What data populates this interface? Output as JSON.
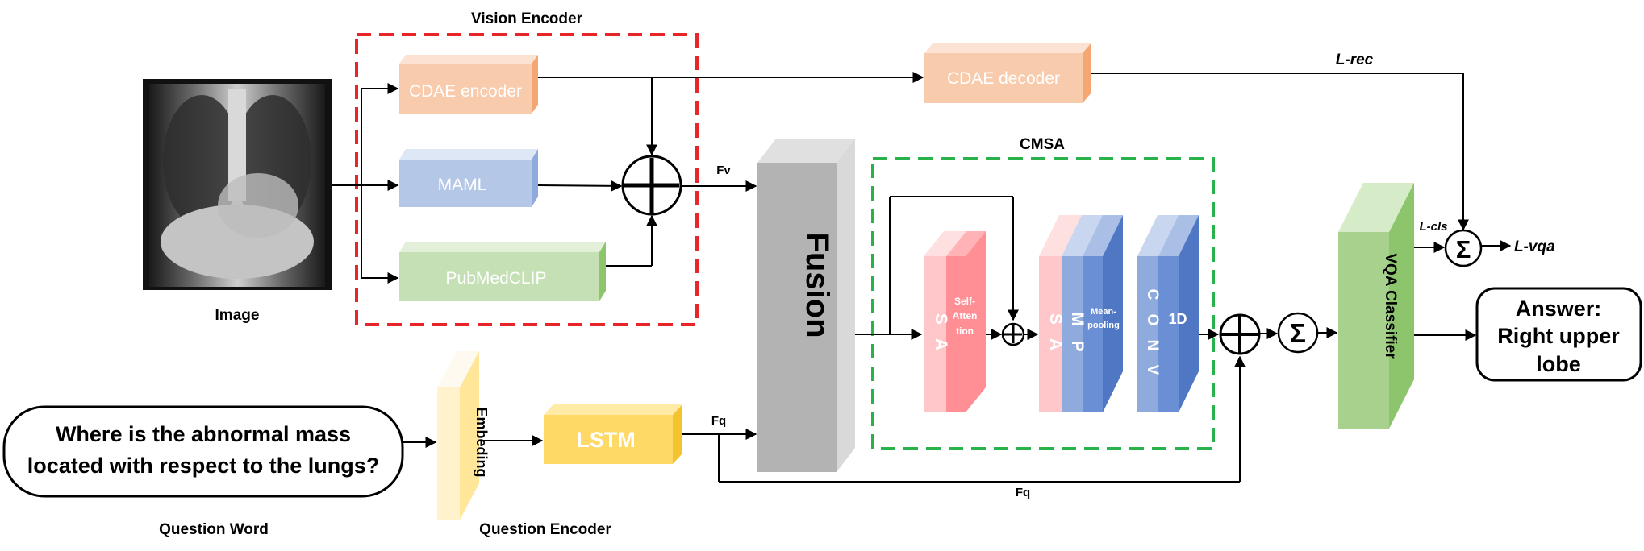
{
  "vision_encoder": {
    "title": "Vision Encoder",
    "cdae_encoder": "CDAE encoder",
    "maml": "MAML",
    "pubmedclip": "PubMedCLIP"
  },
  "image": {
    "caption": "Image"
  },
  "cdae_decoder": "CDAE decoder",
  "edges": {
    "fv": "Fv",
    "fq_top": "Fq",
    "fq_bottom": "Fq",
    "l_rec": "L-rec",
    "l_cls": "L-cls",
    "l_vqa": "L-vqa"
  },
  "fusion": "Fusion",
  "cmsa": {
    "title": "CMSA",
    "sa1_letters": "S A",
    "self_attention_lines": [
      "Self-",
      "Atten",
      "tion"
    ],
    "sa2_letters": "S A",
    "mp_letters": "M P",
    "mean_pooling_lines": [
      "Mean-",
      "pooling"
    ],
    "conv_letters": "C O N V",
    "conv_1d": "1D"
  },
  "vqa_classifier": "VQA Classifier",
  "answer": {
    "lines": [
      "Answer:",
      "Right upper",
      "lobe"
    ]
  },
  "question": {
    "lines": [
      "Where is the abnormal mass",
      "located with respect to the lungs?"
    ],
    "caption": "Question Word"
  },
  "question_encoder": {
    "caption": "Question Encoder",
    "embedding": "Embeding",
    "lstm": "LSTM"
  },
  "symbols": {
    "sigma": "Σ"
  },
  "colors": {
    "vision_box_border": "#e8262a",
    "cmsa_box_border": "#2ab24a",
    "cdae": "#f8cbad",
    "maml": "#b4c7e7",
    "pubmedclip": "#c5e0b4",
    "fusion": "#bfbfbf",
    "sa": "#ff8f94",
    "mp": "#6a8fd4",
    "vqa": "#a9d18e",
    "embedding": "#fff2cc",
    "lstm": "#ffd966"
  }
}
